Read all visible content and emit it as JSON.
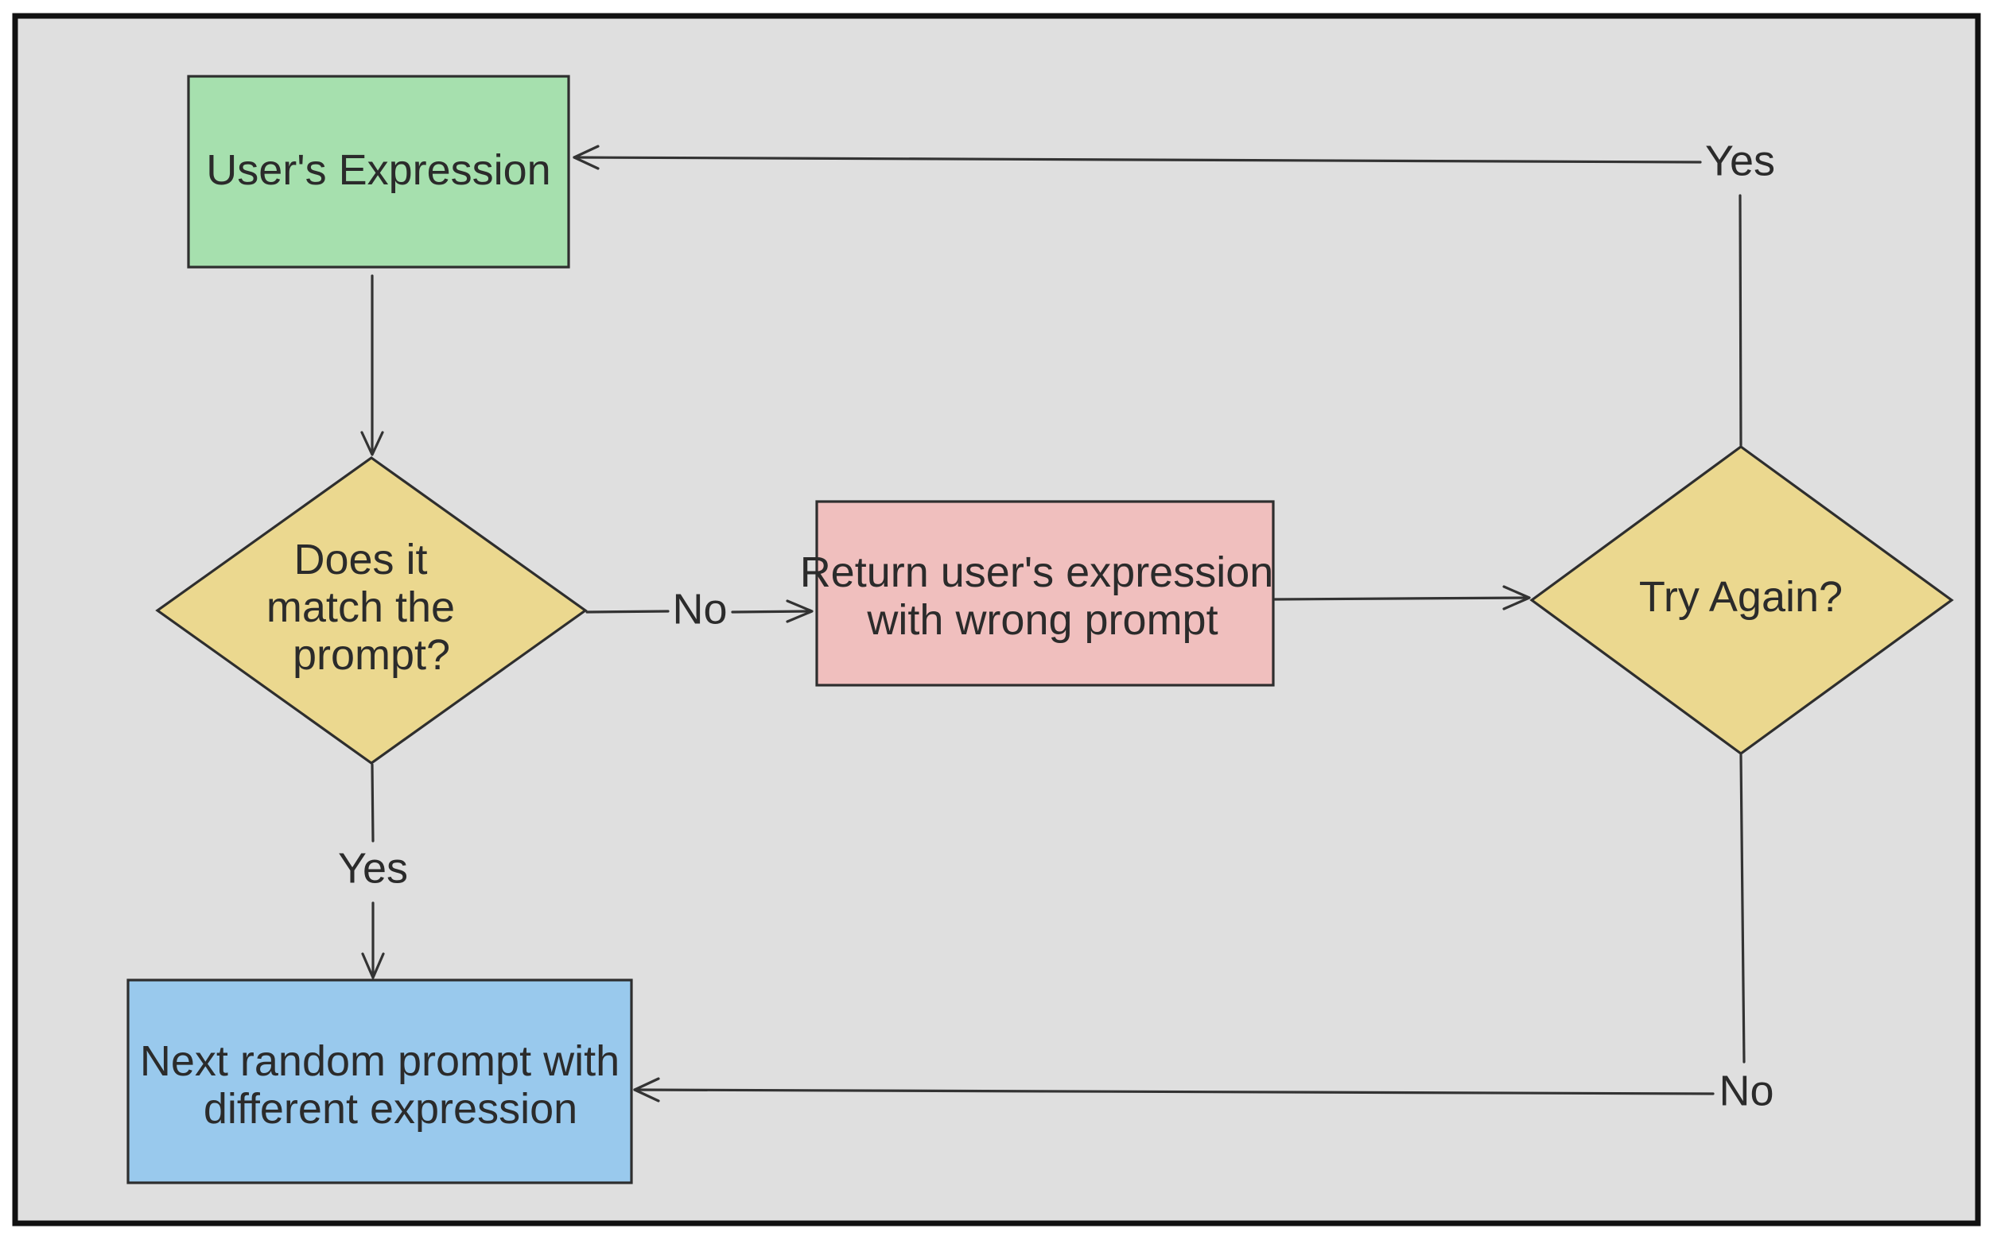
{
  "colors": {
    "canvas_background": "#dfdfdf",
    "frame_border": "#111111",
    "start_box_fill": "#a6e0ae",
    "decision_fill": "#ebd88f",
    "return_box_fill": "#f0bfbe",
    "next_box_fill": "#99c9ed"
  },
  "nodes": {
    "user_expression": {
      "lines": [
        "User's Expression"
      ]
    },
    "match_decision": {
      "lines": [
        "Does it",
        "match the",
        "prompt?"
      ]
    },
    "return_box": {
      "lines": [
        "Return user's expression",
        "with wrong prompt"
      ]
    },
    "try_again": {
      "lines": [
        "Try Again?"
      ]
    },
    "next_prompt": {
      "lines": [
        "Next random prompt with",
        "different expression"
      ]
    }
  },
  "edges": {
    "match_no": "No",
    "match_yes": "Yes",
    "try_again_yes": "Yes",
    "try_again_no": "No"
  }
}
